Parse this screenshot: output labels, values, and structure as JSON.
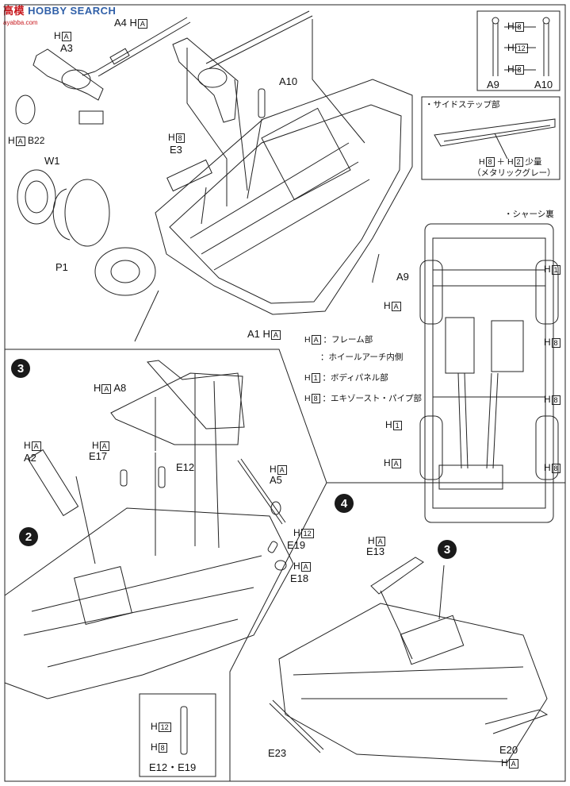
{
  "watermark": {
    "prefix": "高",
    "mid": "模",
    "text": "HOBBY SEARCH",
    "sub": "ayabba.com"
  },
  "steps": {
    "s3": "3",
    "s4": "4",
    "s2": "2",
    "s3b": "3"
  },
  "parts": {
    "a4": "A4",
    "a3": "A3",
    "a10": "A10",
    "b22": "B22",
    "w1": "W1",
    "e3": "E3",
    "p1": "P1",
    "a9": "A9",
    "a1": "A1",
    "a9b": "A9",
    "a10b": "A10",
    "a8": "A8",
    "a2": "A2",
    "e17": "E17",
    "e12": "E12",
    "a5": "A5",
    "e19": "E19",
    "e18": "E18",
    "e12e19": "E12・E19",
    "e13": "E13",
    "e23": "E23",
    "e20": "E20"
  },
  "colors": {
    "ha": "A",
    "h1": "1",
    "h8": "8",
    "h12": "12",
    "h2": "2",
    "h": "H"
  },
  "notes": {
    "side_step": "・サイドステップ部",
    "side_step_mix": "少量",
    "side_step_color": "（メタリックグレー）",
    "chassis_back": "・シャーシ裏",
    "legend_frame": "：フレーム部",
    "legend_wheel_arch": "：ホイールアーチ内側",
    "legend_body": "：ボディパネル部",
    "legend_exhaust": "：エキゾースト・パイプ部",
    "plus": "＋"
  },
  "palette": {
    "line": "#222222",
    "panel": "#ffffff",
    "badge": "#1a1a1a",
    "brand_blue": "#2f5fa8",
    "brand_red": "#c8191f"
  }
}
